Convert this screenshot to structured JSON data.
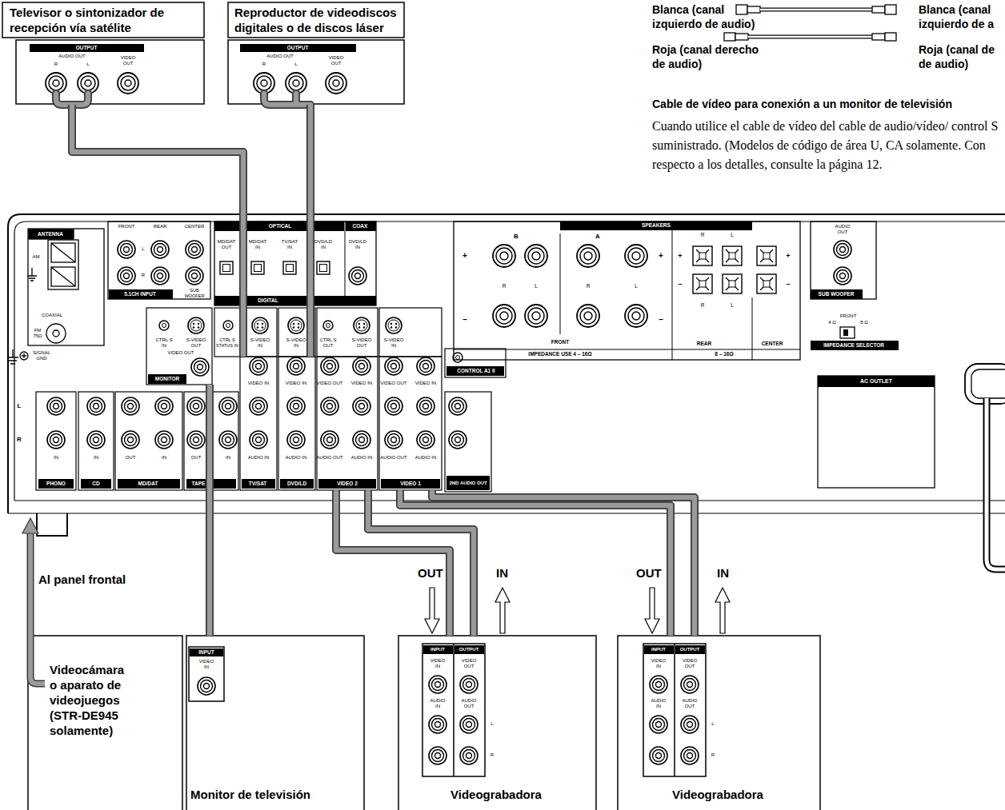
{
  "diagram": {
    "nodes": [
      {
        "text": [
          "Televisor o sintonizador de recepción vía satélite",
          "OUTPUT",
          "AUDIO OUT",
          "R",
          "L",
          "VIDEO OUT"
        ]
      },
      {
        "text": [
          "Reproductor de videodiscos digitales o de discos láser",
          "OUTPUT",
          "AUDIO OUT",
          "R",
          "L",
          "VIDEO OUT"
        ]
      },
      {
        "text": [
          "CTRL S IN",
          "S-VIDEO OUT",
          "VIDEO OUT",
          "MONITOR"
        ]
      },
      {
        "text": [
          "VIDEO IN",
          "AUDIO IN",
          "TV/SAT"
        ]
      },
      {
        "text": [
          "VIDEO IN",
          "AUDIO IN",
          "DVD/LD"
        ]
      },
      {
        "text": [
          "VIDEO OUT",
          "VIDEO IN",
          "AUDIO OUT",
          "AUDIO IN",
          "VIDEO 2"
        ]
      },
      {
        "text": [
          "VIDEO OUT",
          "VIDEO IN",
          "AUDIO OUT",
          "AUDIO IN",
          "VIDEO 1"
        ]
      },
      {
        "text": [
          "Videocámara o aparato de videojuegos (STR-DE945 solamente)"
        ]
      },
      {
        "text": [
          "INPUT",
          "VIDEO IN",
          "Monitor de televisión"
        ]
      },
      {
        "text": [
          "INPUT",
          "OUTPUT",
          "VIDEO IN",
          "VIDEO OUT",
          "AUDIO IN",
          "AUDIO OUT",
          "L",
          "R",
          "Videograbadora"
        ]
      },
      {
        "text": [
          "INPUT",
          "OUTPUT",
          "VIDEO IN",
          "VIDEO OUT",
          "AUDIO IN",
          "AUDIO OUT",
          "L",
          "R",
          "Videograbadora"
        ]
      }
    ],
    "edges": [
      {
        "from": 0,
        "to": 3,
        "arrow": "none"
      },
      {
        "from": 1,
        "to": 4,
        "arrow": "none"
      },
      {
        "from": 2,
        "to": 8,
        "arrow": "none"
      },
      {
        "from": 5,
        "to": 9,
        "label": "OUT",
        "arrow": "none"
      },
      {
        "from": 9,
        "to": 5,
        "label": "IN",
        "arrow": "none"
      },
      {
        "from": 6,
        "to": 10,
        "label": "OUT",
        "arrow": "none"
      },
      {
        "from": 10,
        "to": 6,
        "label": "IN",
        "arrow": "none"
      }
    ],
    "labels": [
      "Blanca (canal izquierdo de audio)",
      "Roja (canal derecho de audio)",
      "Blanca (canal izquierdo de a",
      "Roja (canal de de audio)",
      "Cable de vídeo para conexión a un monitor de televisión",
      "Cuando utilice el cable de vídeo del cable de audio/vídeo/ control S suministrado. (Modelos de código de área U, CA solamente. Con respecto a los detalles, consulte la página 12.",
      "ANTENNA",
      "AM",
      "COAXIAL",
      "FM 75Ω",
      "FRONT",
      "REAR",
      "L",
      "R",
      "CENTER",
      "5.1CH INPUT",
      "SUB WOOFER",
      "OPTICAL",
      "COAX",
      "MD/DAT OUT",
      "MD/DAT IN",
      "TV/SAT IN",
      "DVD/LD IN",
      "DVD/LD IN",
      "DIGITAL",
      "CTRL S STATUS IN",
      "S-VIDEO IN",
      "S-VIDEO IN",
      "CTRL S OUT",
      "S-VIDEO OUT",
      "S-VIDEO IN",
      "SIGNAL GND",
      "L",
      "R",
      "IN",
      "PHONO",
      "IN",
      "CD",
      "OUT",
      "IN",
      "MD/DAT",
      "OUT",
      "IN",
      "TAPE",
      "CONTROL A1 II",
      "2ND AUDIO OUT",
      "SPEAKERS",
      "B",
      "A",
      "+",
      "–",
      "+",
      "–",
      "R",
      "L",
      "R",
      "L",
      "FRONT",
      "IMPEDANCE USE 4 – 16Ω",
      "R",
      "L",
      "+",
      "+",
      "–",
      "–",
      "R",
      "L",
      "REAR",
      "CENTER",
      "8 – 16Ω",
      "AUDIO OUT",
      "SUB WOOFER",
      "FRONT",
      "4 Ω",
      "8 Ω",
      "IMPEDANCE SELECTOR",
      "AC OUTLET",
      "Al panel frontal"
    ]
  }
}
